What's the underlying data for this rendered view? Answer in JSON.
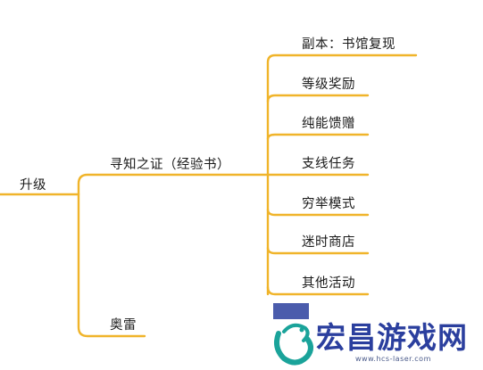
{
  "root": {
    "label": "升级"
  },
  "branches": [
    {
      "label": "寻知之证（经验书）",
      "children": [
        "副本：书馆复现",
        "等级奖励",
        "纯能馈赠",
        "支线任务",
        "穷举模式",
        "迷时商店",
        "其他活动"
      ]
    },
    {
      "label": "奥雷",
      "children": []
    }
  ],
  "colors": {
    "line": "#f0b42a",
    "text": "#1a1a1a",
    "watermark": "#2b3f9e",
    "logo_teal": "#1aa39a"
  },
  "watermark": {
    "name": "宏昌游戏网",
    "url": "www.hcs-laser.com"
  }
}
